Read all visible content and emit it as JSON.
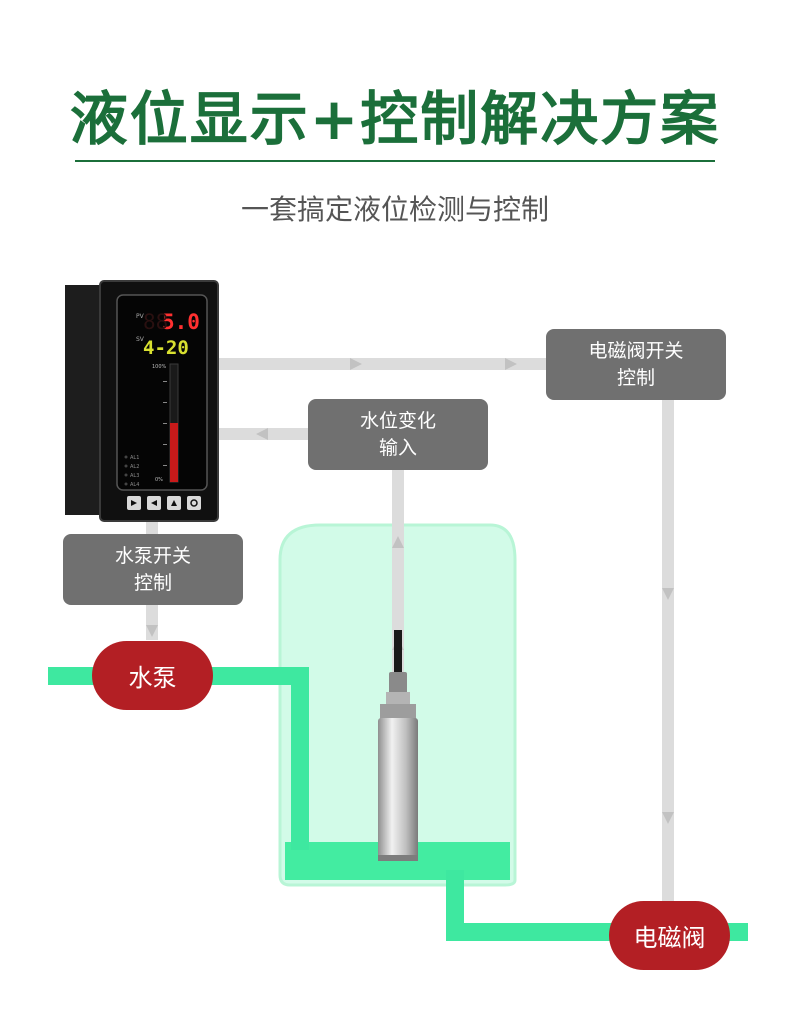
{
  "title": "液位显示+控制解决方案",
  "subtitle": "一套搞定液位检测与控制",
  "labels": {
    "valve_switch": "电磁阀开关\n控制",
    "level_input": "水位变化\n输入",
    "pump_switch": "水泵开关\n控制",
    "pump": "水泵",
    "valve": "电磁阀"
  },
  "controller": {
    "pv_label": "PV",
    "sv_label": "SV",
    "pv_value": "5.0",
    "sv_value": "4-20",
    "bar_top_label": "100%",
    "bar_bottom_label": "0%",
    "bar_level": 0.5,
    "alarms": [
      "AL1",
      "AL2",
      "AL3",
      "AL4"
    ]
  },
  "colors": {
    "title": "#1b6f3a",
    "label_box": "#707070",
    "red_oval": "#b31f24",
    "pipe": "#3ee8a0",
    "tank": "#cdfbe5",
    "water": "#40ec9f",
    "signal_line": "#d7d7d7",
    "pv_digits": "#ff3030",
    "sv_digits": "#d8e030"
  }
}
